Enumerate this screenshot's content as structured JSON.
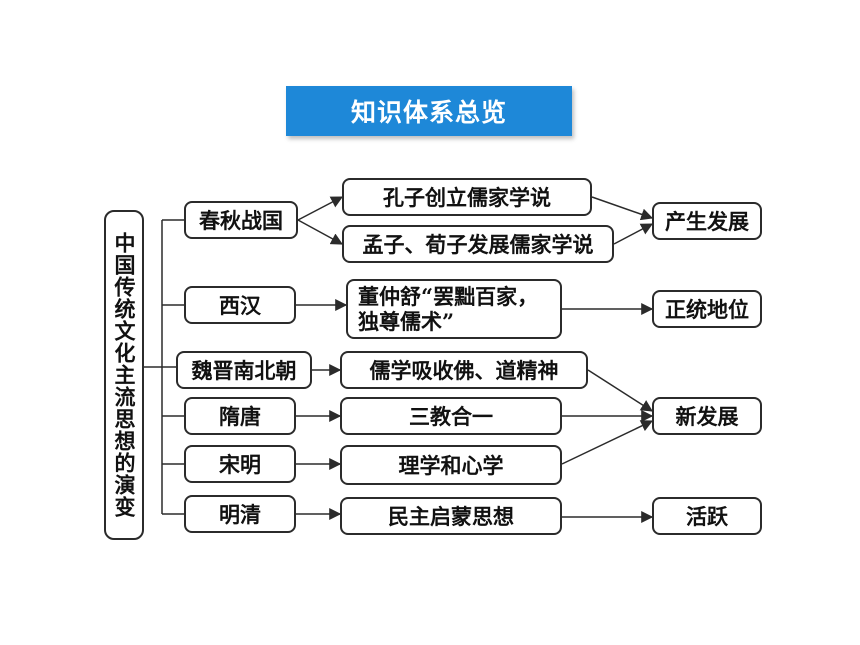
{
  "title": "知识体系总览",
  "root": "中国传统文化主流思想的演变",
  "periods": [
    "春秋战国",
    "西汉",
    "魏晋南北朝",
    "隋唐",
    "宋明",
    "明清"
  ],
  "events": {
    "e1": "孔子创立儒家学说",
    "e2": "孟子、荀子发展儒家学说",
    "e3a": "董仲舒“罢黜百家，",
    "e3b": "独尊儒术”",
    "e4": "儒学吸收佛、道精神",
    "e5": "三教合一",
    "e6": "理学和心学",
    "e7": "民主启蒙思想"
  },
  "results": [
    "产生发展",
    "正统地位",
    "新发展",
    "活跃"
  ],
  "colors": {
    "banner": "#1e88d8",
    "border": "#2b2b2b"
  }
}
